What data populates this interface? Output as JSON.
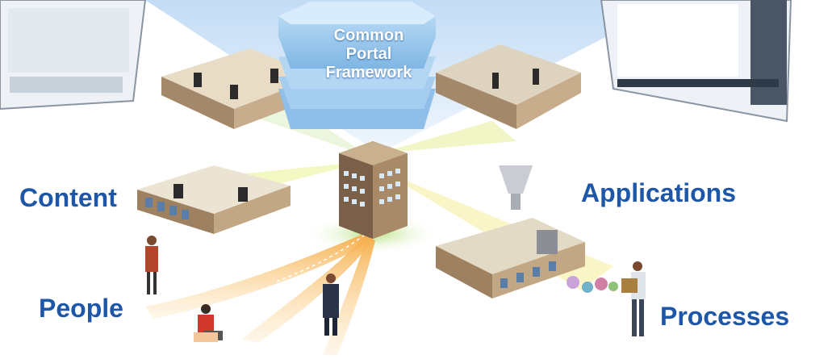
{
  "framework": {
    "line1": "Common",
    "line2": "Portal",
    "line3": "Framework"
  },
  "labels": {
    "content": "Content",
    "applications": "Applications",
    "people": "People",
    "processes": "Processes"
  },
  "colors": {
    "label_blue": "#1e56a8",
    "framework_blue": "#a9d3f2",
    "beam_blue": "#cfe4f8",
    "beam_yellow": "#f3ee9a",
    "path_orange": "#f6b04e",
    "building_brown": "#8a6e4e"
  }
}
